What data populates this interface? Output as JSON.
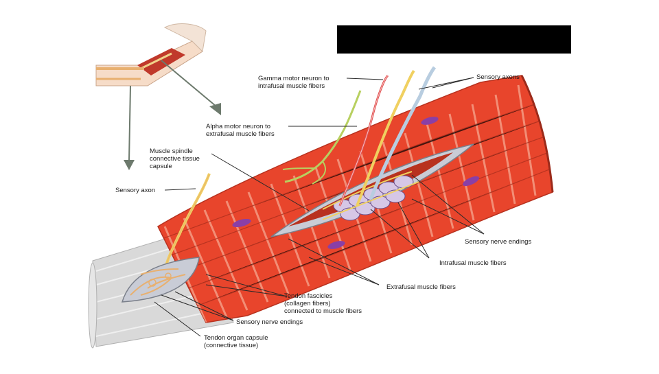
{
  "labels": {
    "gamma_motor_neuron": [
      "Gamma motor neuron to",
      "intrafusal muscle fibers"
    ],
    "sensory_axons": "Sensory axons",
    "alpha_motor_neuron": [
      "Alpha motor neuron to",
      "extrafusal muscle fibers"
    ],
    "muscle_spindle_capsule": [
      "Muscle spindle",
      "connective tissue",
      "capsule"
    ],
    "sensory_axon": "Sensory axon",
    "sensory_nerve_endings_spindle": "Sensory nerve endings",
    "intrafusal_muscle_fibers": "Intrafusal muscle fibers",
    "extrafusal_muscle_fibers": "Extrafusal muscle fibers",
    "tendon_fascicles": [
      "Tendon fascicles",
      "(collagen fibers)",
      "connected to muscle fibers"
    ],
    "sensory_nerve_endings_tendon": "Sensory nerve endings",
    "tendon_organ_capsule": [
      "Tendon organ capsule",
      "(connective tissue)"
    ]
  },
  "colors": {
    "muscle": "#e8452c",
    "muscle_dark": "#b8321f",
    "muscle_band": "#f4a08a",
    "tendon": "#d9d9d9",
    "nucleus": "#8a3fa6",
    "sensory_nerve": "#f0d060",
    "gamma_nerve": "#e05050",
    "alpha_nerve": "#b8d060",
    "sensory_axons_blue": "#b8cde0",
    "arrow": "#6d7a6d",
    "redaction": "#000000"
  }
}
